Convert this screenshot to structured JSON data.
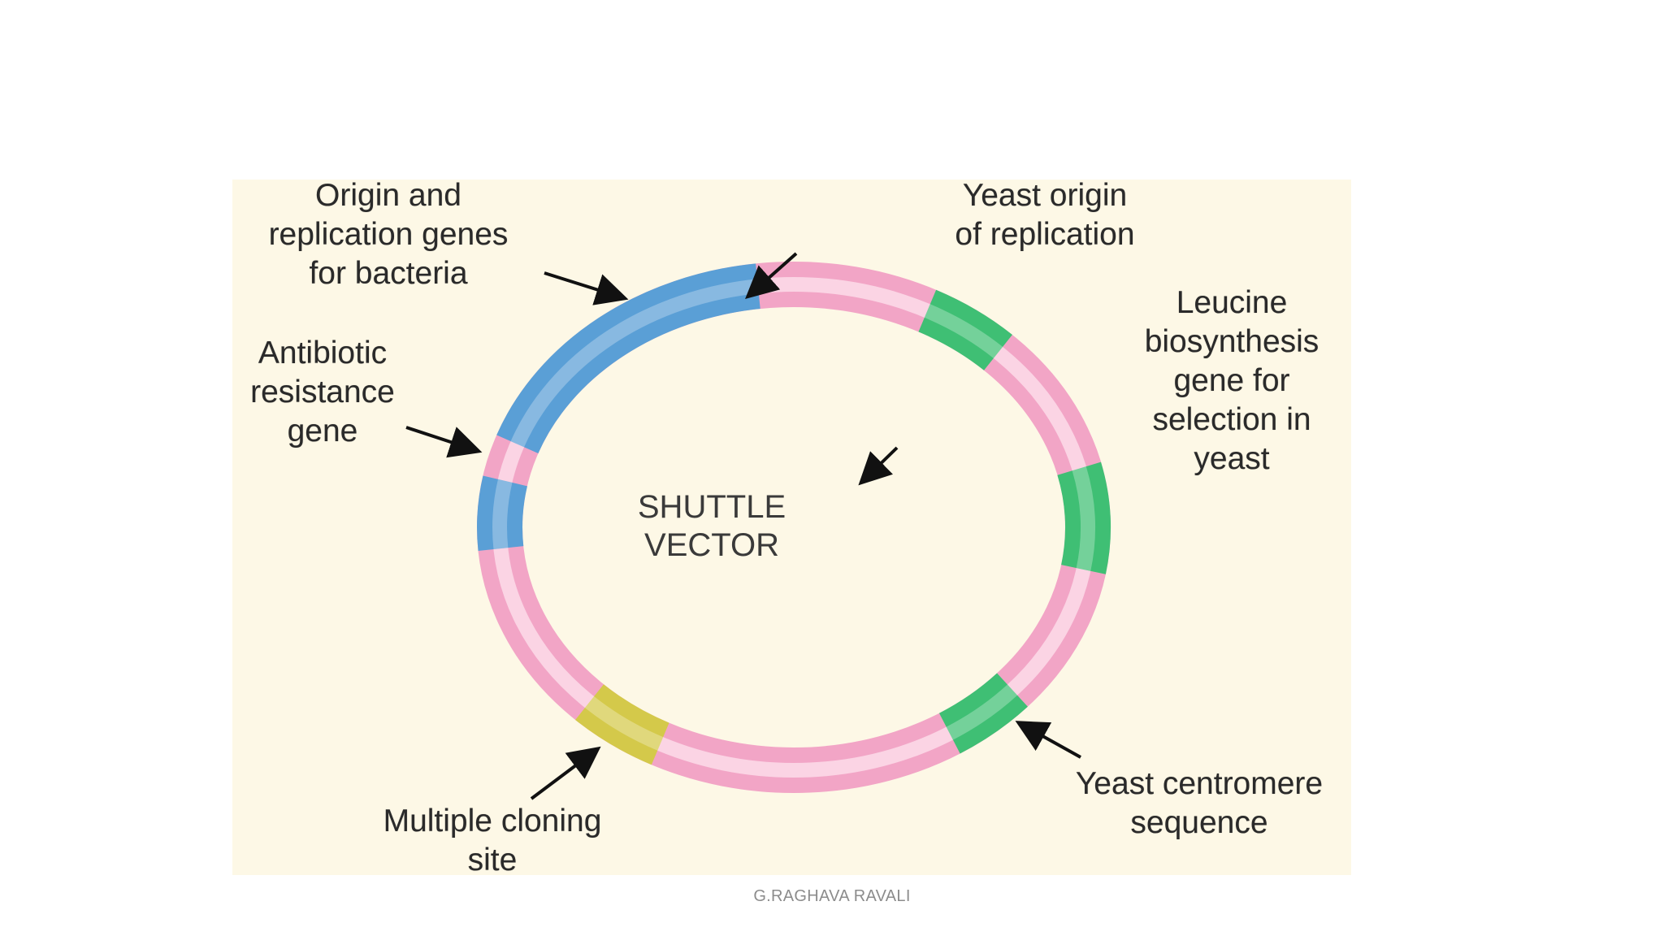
{
  "diagram": {
    "center_title": [
      "SHUTTLE",
      "VECTOR"
    ],
    "labels": {
      "bacteria_origin": [
        "Origin and",
        "replication genes",
        "for bacteria"
      ],
      "yeast_origin": [
        "Yeast origin",
        "of replication"
      ],
      "leucine": [
        "Leucine",
        "biosynthesis",
        "gene for",
        "selection in",
        "yeast"
      ],
      "antibiotic": [
        "Antibiotic",
        "resistance",
        "gene"
      ],
      "centromere": [
        "Yeast centromere",
        "sequence"
      ],
      "cloning_site": [
        "Multiple cloning",
        "site"
      ]
    },
    "colors": {
      "backbone": "#f2a5c6",
      "bacteria_segment": "#5a9fd6",
      "yeast_segment": "#3fbf74",
      "cloning_segment": "#d4c94a",
      "background": "#fdf8e6"
    }
  },
  "footer": {
    "author": "G.RAGHAVA RAVALI"
  }
}
